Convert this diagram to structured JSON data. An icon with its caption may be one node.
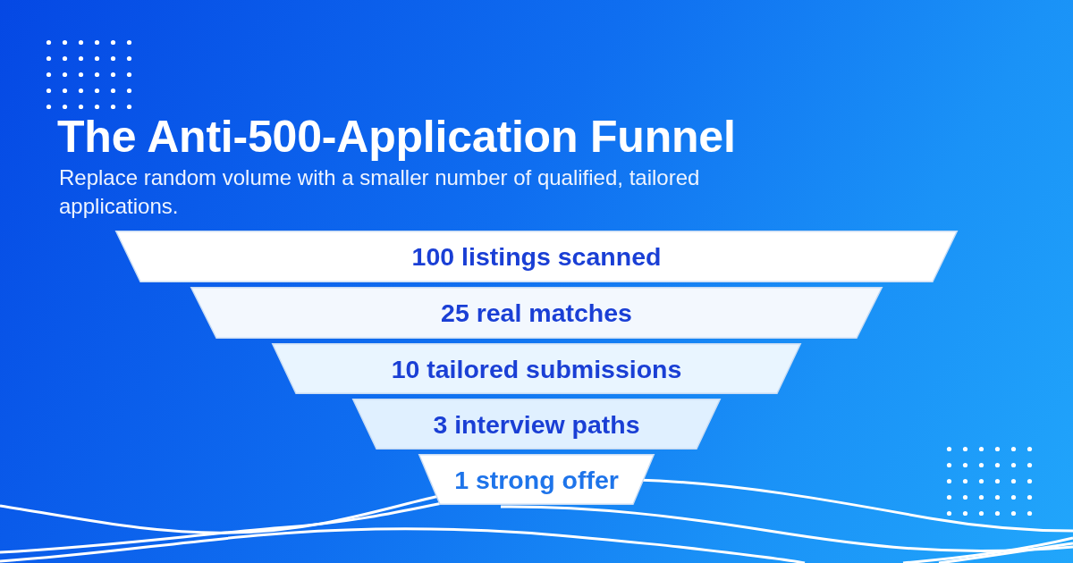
{
  "diagram": {
    "title": "The Anti-500-Application Funnel",
    "nodes": [
      {
        "text": [
          "100 listings scanned"
        ]
      },
      {
        "text": [
          "25 real matches"
        ]
      },
      {
        "text": [
          "10 tailored submissions"
        ]
      },
      {
        "text": [
          "3 interview paths"
        ]
      },
      {
        "text": [
          "1 strong offer"
        ]
      }
    ],
    "labels": [
      "Replace random volume with a smaller number of qualified, tailored applications."
    ]
  }
}
